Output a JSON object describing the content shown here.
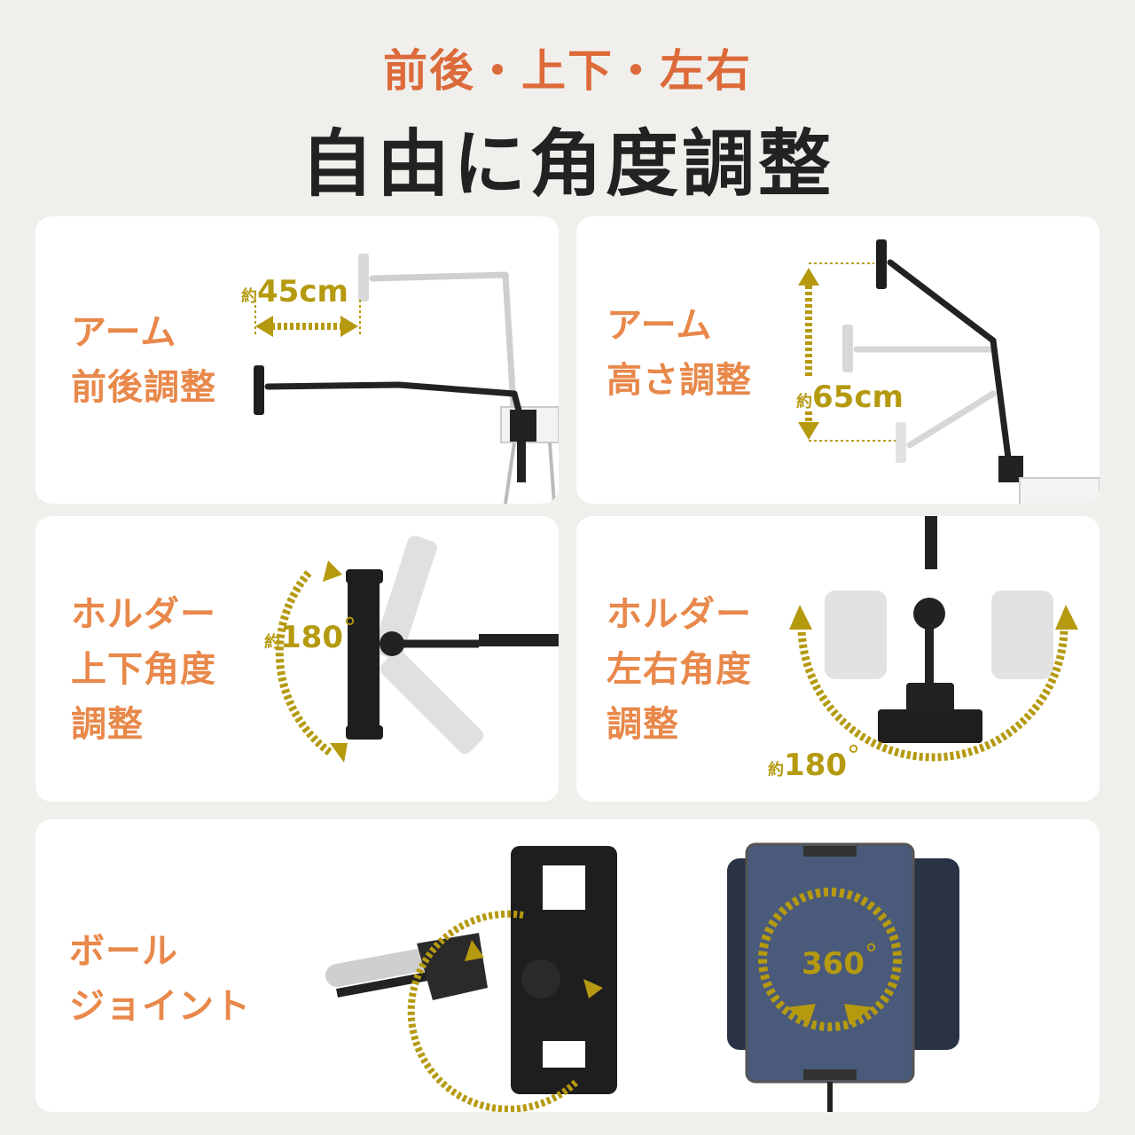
{
  "header": {
    "subtitle": "前後・上下・左右",
    "title": "自由に角度調整"
  },
  "cards": {
    "arm_front_back": {
      "line1": "アーム",
      "line2": "前後調整",
      "prefix": "約",
      "value": "45cm"
    },
    "arm_height": {
      "line1": "アーム",
      "line2": "高さ調整",
      "prefix": "約",
      "value": "65cm"
    },
    "holder_up_down": {
      "line1": "ホルダー",
      "line2": "上下角度",
      "line3": "調整",
      "prefix": "約",
      "value": "180",
      "degree": "°"
    },
    "holder_left_right": {
      "line1": "ホルダー",
      "line2": "左右角度",
      "line3": "調整",
      "prefix": "約",
      "value": "180",
      "degree": "°"
    },
    "ball_joint": {
      "line1": "ボール",
      "line2": "ジョイント",
      "value": "360",
      "degree": "°"
    }
  },
  "colors": {
    "accent_orange": "#e8884a",
    "subtitle_orange": "#dc6a3a",
    "measure_gold": "#b59a10",
    "title_dark": "#222222",
    "card_bg": "#ffffff",
    "page_bg": "#f0efec"
  }
}
